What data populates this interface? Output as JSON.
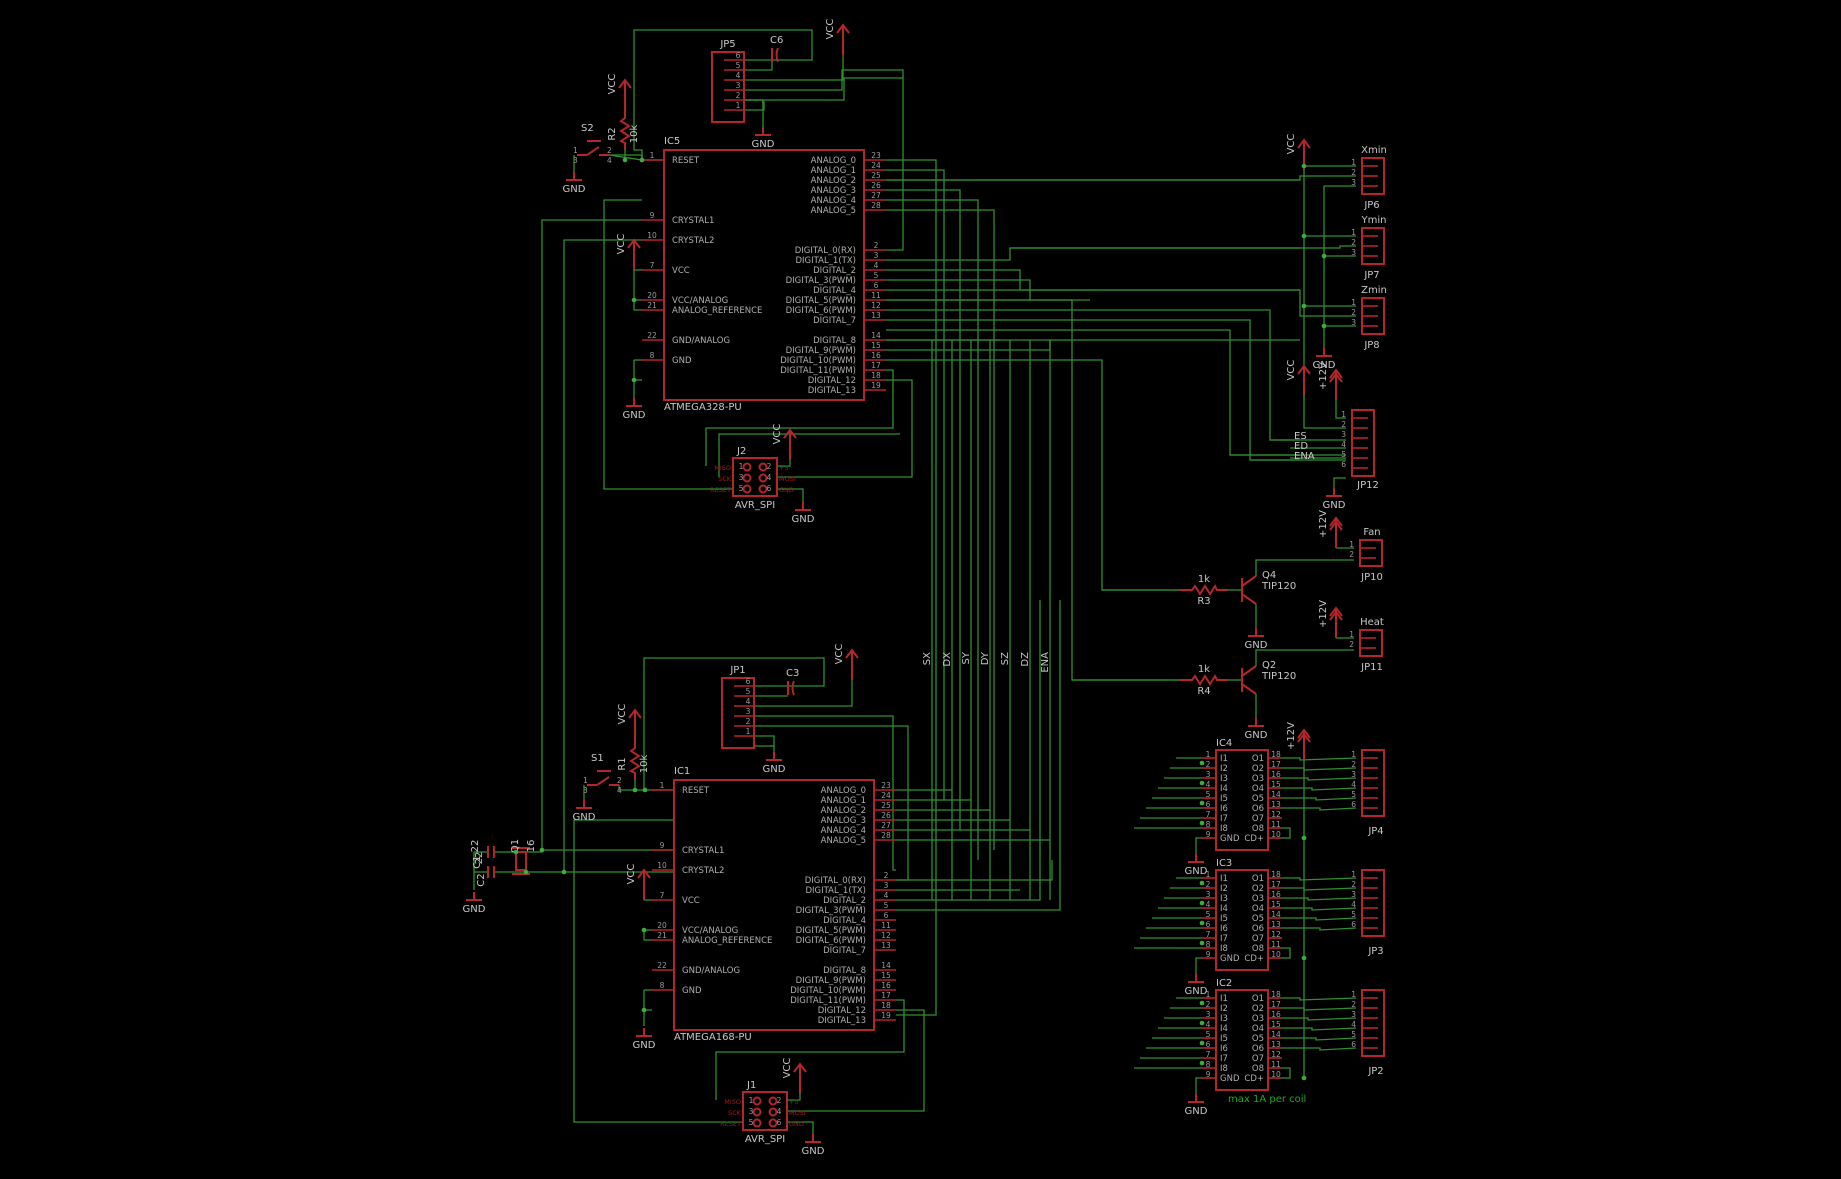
{
  "colors": {
    "background": "#000000",
    "wire": "#2f8f2f",
    "part": "#b3262a",
    "text": "#b0b0b0",
    "note": "#1faa1f"
  },
  "power": {
    "vcc": "VCC",
    "gnd": "GND",
    "p12": "+12V"
  },
  "ic5": {
    "name": "IC5",
    "type": "ATMEGA328-PU"
  },
  "ic1": {
    "name": "IC1",
    "type": "ATMEGA168-PU"
  },
  "mcu_left": [
    {
      "num": "1",
      "label": "RESET"
    },
    {
      "num": "9",
      "label": "CRYSTAL1"
    },
    {
      "num": "10",
      "label": "CRYSTAL2"
    },
    {
      "num": "7",
      "label": "VCC"
    },
    {
      "num": "20",
      "label": "VCC/ANALOG"
    },
    {
      "num": "21",
      "label": "ANALOG_REFERENCE"
    },
    {
      "num": "22",
      "label": "GND/ANALOG"
    },
    {
      "num": "8",
      "label": "GND"
    }
  ],
  "mcu_right": [
    {
      "num": "23",
      "label": "ANALOG_0"
    },
    {
      "num": "24",
      "label": "ANALOG_1"
    },
    {
      "num": "25",
      "label": "ANALOG_2"
    },
    {
      "num": "26",
      "label": "ANALOG_3"
    },
    {
      "num": "27",
      "label": "ANALOG_4"
    },
    {
      "num": "28",
      "label": "ANALOG_5"
    },
    {
      "num": "2",
      "label": "DIGITAL_0(RX)"
    },
    {
      "num": "3",
      "label": "DIGITAL_1(TX)"
    },
    {
      "num": "4",
      "label": "DIGITAL_2"
    },
    {
      "num": "5",
      "label": "DIGITAL_3(PWM)"
    },
    {
      "num": "6",
      "label": "DIGITAL_4"
    },
    {
      "num": "11",
      "label": "DIGITAL_5(PWM)"
    },
    {
      "num": "12",
      "label": "DIGITAL_6(PWM)"
    },
    {
      "num": "13",
      "label": "DIGITAL_7"
    },
    {
      "num": "14",
      "label": "DIGITAL_8"
    },
    {
      "num": "15",
      "label": "DIGITAL_9(PWM)"
    },
    {
      "num": "16",
      "label": "DIGITAL_10(PWM)"
    },
    {
      "num": "17",
      "label": "DIGITAL_11(PWM)"
    },
    {
      "num": "18",
      "label": "DIGITAL_12"
    },
    {
      "num": "19",
      "label": "DIGITAL_13"
    }
  ],
  "jp5": {
    "name": "JP5",
    "pins": [
      "6",
      "5",
      "4",
      "3",
      "2",
      "1"
    ]
  },
  "jp1": {
    "name": "JP1",
    "pins": [
      "6",
      "5",
      "4",
      "3",
      "2",
      "1"
    ]
  },
  "c6": "C6",
  "c3": "C3",
  "s2": "S2",
  "s1": "S1",
  "r2": "R2",
  "r1": "R1",
  "r_val": "10k",
  "sw_pins": [
    "1",
    "2",
    "3",
    "4"
  ],
  "q1": "Q1",
  "q1_val": "16",
  "c1": "C1",
  "c2": "C2",
  "c_val": "22",
  "j2": {
    "name": "J2",
    "type": "AVR_SPI"
  },
  "j1": {
    "name": "J1",
    "type": "AVR_SPI"
  },
  "spi": {
    "left": [
      "MISO",
      "SCK",
      "RESET"
    ],
    "right": [
      "+5",
      "MOSI",
      "GND"
    ],
    "nums": [
      "1",
      "2",
      "3",
      "4",
      "5",
      "6"
    ]
  },
  "endstops": [
    {
      "title": "Xmin",
      "name": "JP6"
    },
    {
      "title": "Ymin",
      "name": "JP7"
    },
    {
      "title": "Zmin",
      "name": "JP8"
    }
  ],
  "conn3_pins": [
    "1",
    "2",
    "3"
  ],
  "jp12": {
    "name": "JP12",
    "pins": [
      "1",
      "2",
      "3",
      "4",
      "5",
      "6"
    ],
    "nets": [
      "ES",
      "ED",
      "ENA"
    ]
  },
  "jp10": {
    "title": "Fan",
    "name": "JP10"
  },
  "jp11": {
    "title": "Heat",
    "name": "JP11"
  },
  "conn2_pins": [
    "1",
    "2"
  ],
  "q4": {
    "name": "Q4",
    "type": "TIP120"
  },
  "q2": {
    "name": "Q2",
    "type": "TIP120"
  },
  "r3": {
    "name": "R3",
    "val": "1k"
  },
  "r4": {
    "name": "R4",
    "val": "1k"
  },
  "bus_nets": [
    "SX",
    "DX",
    "SY",
    "DY",
    "SZ",
    "DZ",
    "ENA"
  ],
  "drivers": [
    {
      "name": "IC4",
      "conn": "JP4"
    },
    {
      "name": "IC3",
      "conn": "JP3"
    },
    {
      "name": "IC2",
      "conn": "JP2"
    }
  ],
  "drv_left": [
    {
      "num": "1",
      "label": "I1"
    },
    {
      "num": "2",
      "label": "I2"
    },
    {
      "num": "3",
      "label": "I3"
    },
    {
      "num": "4",
      "label": "I4"
    },
    {
      "num": "5",
      "label": "I5"
    },
    {
      "num": "6",
      "label": "I6"
    },
    {
      "num": "7",
      "label": "I7"
    },
    {
      "num": "8",
      "label": "I8"
    },
    {
      "num": "9",
      "label": "GND"
    }
  ],
  "drv_right": [
    {
      "num": "18",
      "label": "O1"
    },
    {
      "num": "17",
      "label": "O2"
    },
    {
      "num": "16",
      "label": "O3"
    },
    {
      "num": "15",
      "label": "O4"
    },
    {
      "num": "14",
      "label": "O5"
    },
    {
      "num": "13",
      "label": "O6"
    },
    {
      "num": "12",
      "label": "O7"
    },
    {
      "num": "11",
      "label": "O8"
    },
    {
      "num": "10",
      "label": "CD+"
    }
  ],
  "conn6_pins": [
    "1",
    "2",
    "3",
    "4",
    "5",
    "6"
  ],
  "note": "max 1A per coil"
}
